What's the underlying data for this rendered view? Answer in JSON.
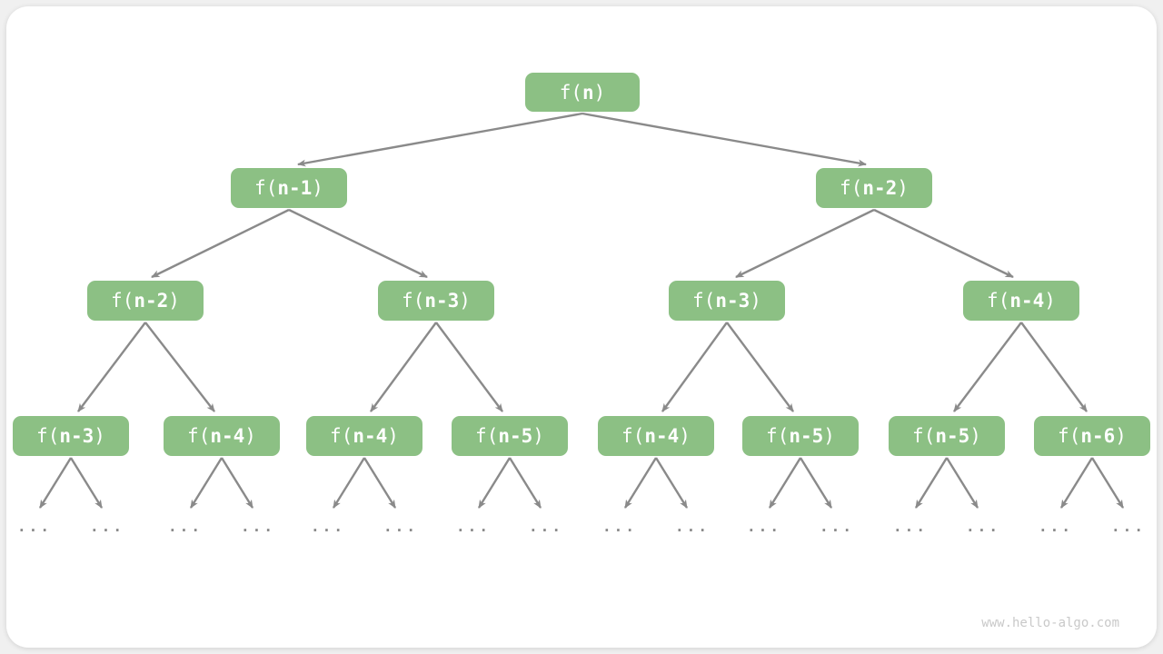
{
  "page": {
    "watermark": "www.hello-algo.com"
  },
  "colors": {
    "node_green": "#8CC084",
    "node_text": "#ffffff",
    "arrow_gray": "#8a8a8a",
    "ellipsis_gray": "#8a8a8a",
    "watermark_gray": "#c9c9c9",
    "card_bg": "#ffffff",
    "outer_bg": "#f0f0f0"
  },
  "tree": {
    "description": "recursion-tree",
    "ellipsis": "...",
    "levels": [
      {
        "nodes": [
          {
            "prefix": "f(",
            "arg": "n",
            "suffix": ")"
          }
        ]
      },
      {
        "nodes": [
          {
            "prefix": "f(",
            "arg": "n-1",
            "suffix": ")"
          },
          {
            "prefix": "f(",
            "arg": "n-2",
            "suffix": ")"
          }
        ]
      },
      {
        "nodes": [
          {
            "prefix": "f(",
            "arg": "n-2",
            "suffix": ")"
          },
          {
            "prefix": "f(",
            "arg": "n-3",
            "suffix": ")"
          },
          {
            "prefix": "f(",
            "arg": "n-3",
            "suffix": ")"
          },
          {
            "prefix": "f(",
            "arg": "n-4",
            "suffix": ")"
          }
        ]
      },
      {
        "nodes": [
          {
            "prefix": "f(",
            "arg": "n-3",
            "suffix": ")"
          },
          {
            "prefix": "f(",
            "arg": "n-4",
            "suffix": ")"
          },
          {
            "prefix": "f(",
            "arg": "n-4",
            "suffix": ")"
          },
          {
            "prefix": "f(",
            "arg": "n-5",
            "suffix": ")"
          },
          {
            "prefix": "f(",
            "arg": "n-4",
            "suffix": ")"
          },
          {
            "prefix": "f(",
            "arg": "n-5",
            "suffix": ")"
          },
          {
            "prefix": "f(",
            "arg": "n-5",
            "suffix": ")"
          },
          {
            "prefix": "f(",
            "arg": "n-6",
            "suffix": ")"
          }
        ]
      }
    ]
  }
}
